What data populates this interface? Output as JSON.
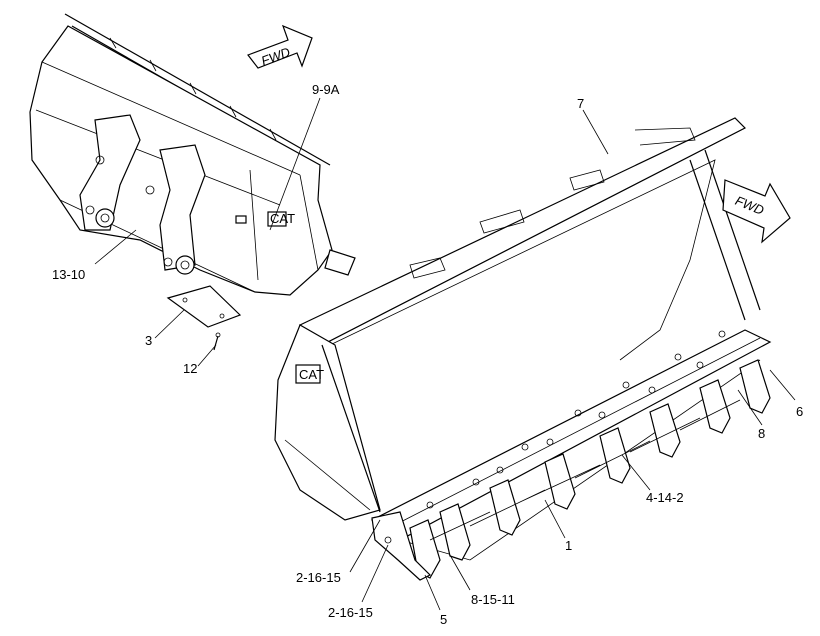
{
  "arrows": [
    {
      "id": "fwd-top",
      "text": "FWD"
    },
    {
      "id": "fwd-right",
      "text": "FWD"
    }
  ],
  "callouts": {
    "c7": "7",
    "c9_9a": "9-9A",
    "c13_10": "13-10",
    "c3": "3",
    "c12": "12",
    "c6": "6",
    "c8": "8",
    "c4_14_2": "4-14-2",
    "c1": "1",
    "c2_16_15_a": "2-16-15",
    "c2_16_15_b": "2-16-15",
    "c5": "5",
    "c8_15_11": "8-15-11"
  },
  "logos": [
    "CAT",
    "CAT"
  ]
}
